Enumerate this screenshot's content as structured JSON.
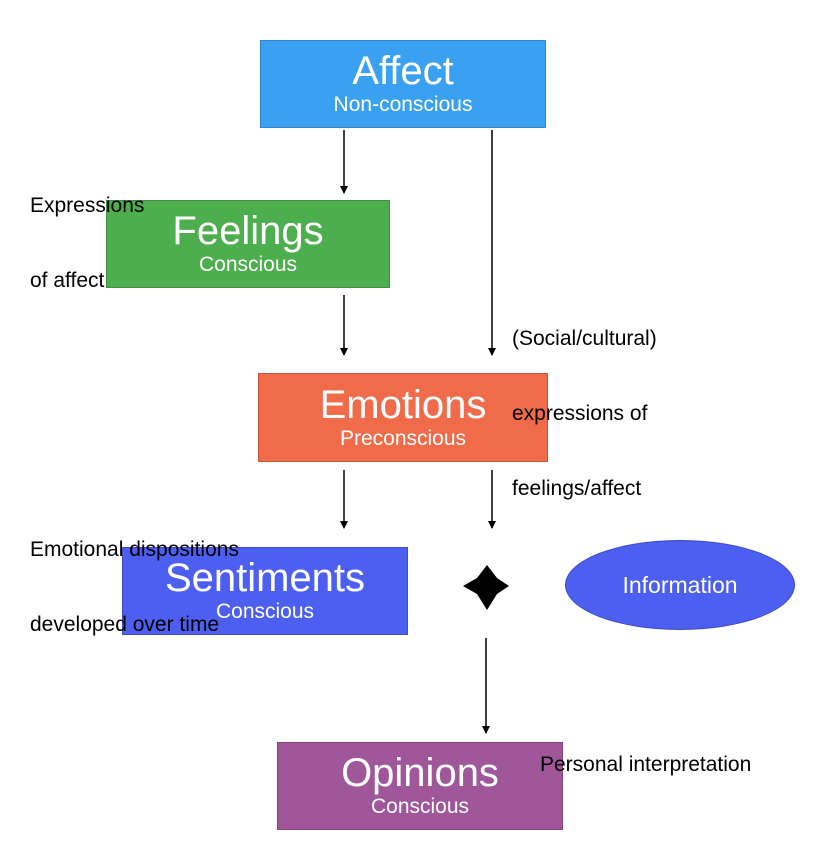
{
  "nodes": {
    "affect": {
      "title": "Affect",
      "subtitle": "Non-conscious"
    },
    "feelings": {
      "title": "Feelings",
      "subtitle": "Conscious"
    },
    "emotions": {
      "title": "Emotions",
      "subtitle": "Preconscious"
    },
    "sentiments": {
      "title": "Sentiments",
      "subtitle": "Conscious"
    },
    "information": {
      "title": "Information"
    },
    "opinions": {
      "title": "Opinions",
      "subtitle": "Conscious"
    }
  },
  "labels": {
    "expressions_of_affect": [
      "Expressions",
      "of affect"
    ],
    "social_cultural": [
      "(Social/cultural)",
      "expressions of",
      "feelings/affect"
    ],
    "emotional_dispositions": [
      "Emotional dispositions",
      "developed over time"
    ],
    "personal_interpretation": "Personal interpretation"
  },
  "colors": {
    "affect": "#3aa0f2",
    "feelings": "#4cae4c",
    "emotions": "#ef6b4a",
    "sentiments": "#4d5ff0",
    "information": "#4d5ff0",
    "opinions": "#a0579a"
  }
}
